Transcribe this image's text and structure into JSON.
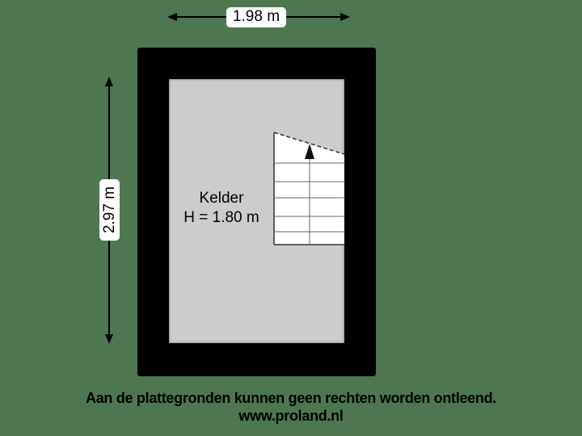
{
  "floorplan": {
    "dimensions": {
      "width_label": "1.98 m",
      "height_label": "2.97 m"
    },
    "room": {
      "name": "Kelder",
      "height": "H = 1.80 m"
    },
    "stair": {
      "direction": "up",
      "steps": 6
    }
  },
  "footer": {
    "disclaimer": "Aan de plattegronden kunnen geen rechten worden ontleend.",
    "website": "www.proland.nl"
  },
  "colors": {
    "background": "#4e7651",
    "wall": "#000000",
    "floor": "#cccccc",
    "stair": "#ffffff"
  }
}
